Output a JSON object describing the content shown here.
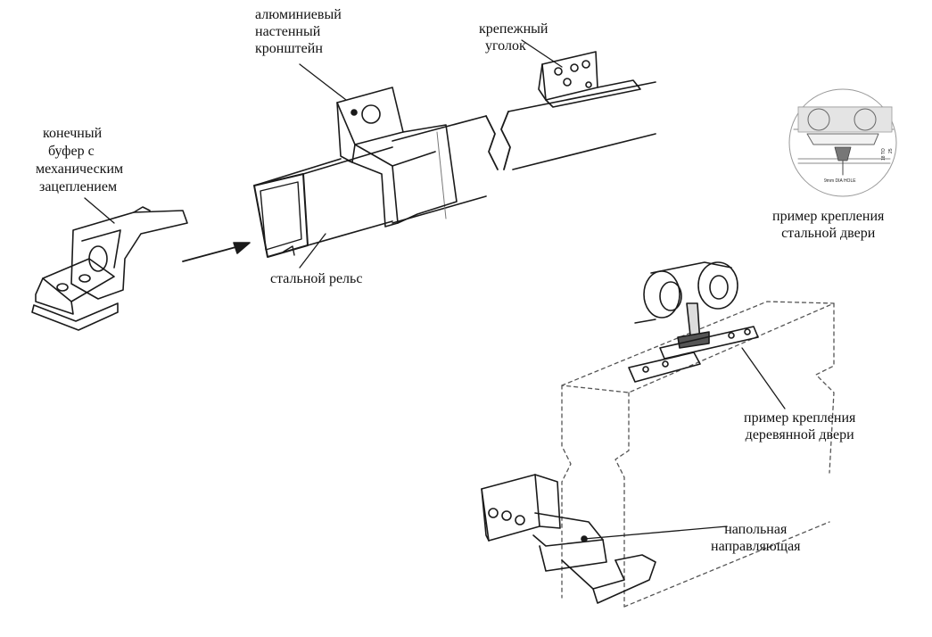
{
  "labels": {
    "bracket": [
      "алюминиевый",
      "настенный",
      "кронштейн"
    ],
    "angle": [
      "крепежный",
      "уголок"
    ],
    "buffer": [
      "конечный",
      "буфер с",
      "механическим",
      "зацеплением"
    ],
    "rail": [
      "стальной рельс"
    ],
    "steel_door": [
      "пример крепления",
      "стальной двери"
    ],
    "wood_door": [
      "пример крепления",
      "деревянной двери"
    ],
    "floor_guide": [
      "напольная",
      "направляющая"
    ]
  },
  "detail_inset": {
    "hole_note": "9mm DIA HOLE",
    "dim_a": "18 TO",
    "dim_b": "25"
  }
}
